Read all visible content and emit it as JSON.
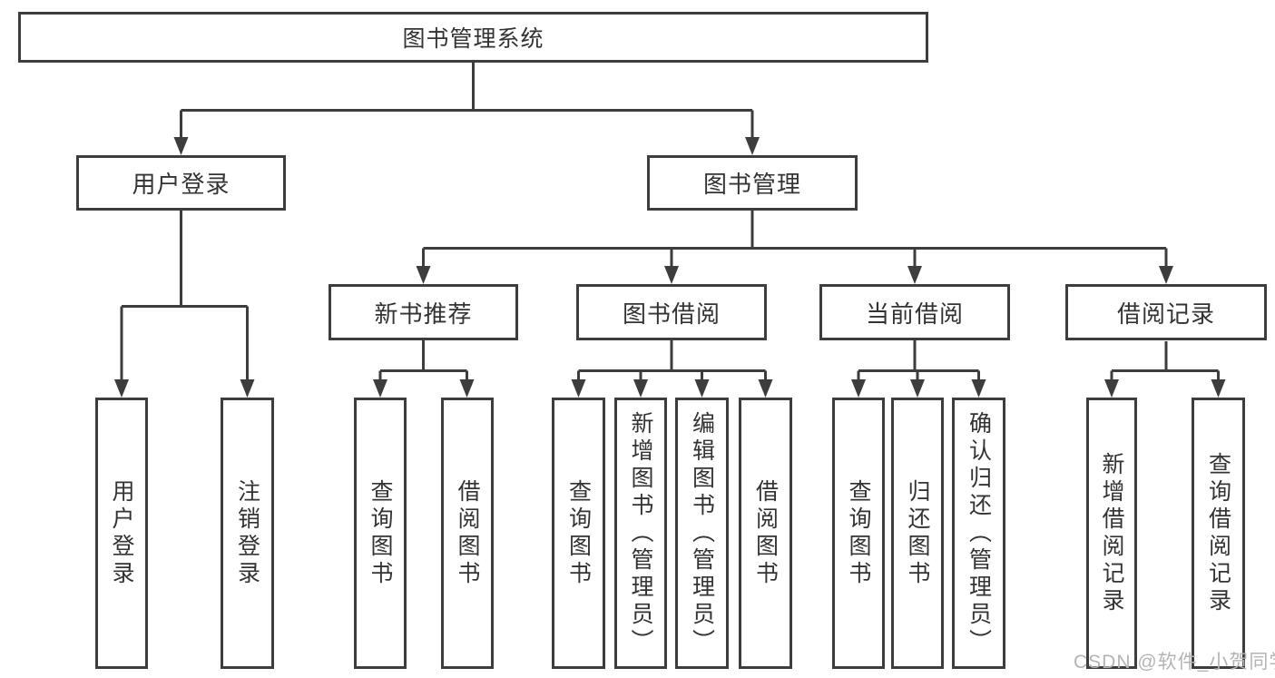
{
  "title": "图书管理系统",
  "watermark": "CSDN @软件_小贺同学",
  "colors": {
    "background": "#ffffff",
    "box_border": "#3d3d3d",
    "connector_line": "#3d3d3d",
    "text": "#333333",
    "watermark_text": "#b4b4b4"
  },
  "tree": {
    "label": "图书管理系统",
    "children": [
      {
        "label": "用户登录",
        "children": [
          {
            "label": "用户登录"
          },
          {
            "label": "注销登录"
          }
        ]
      },
      {
        "label": "图书管理",
        "children": [
          {
            "label": "新书推荐",
            "children": [
              {
                "label": "查询图书"
              },
              {
                "label": "借阅图书"
              }
            ]
          },
          {
            "label": "图书借阅",
            "children": [
              {
                "label": "查询图书"
              },
              {
                "label": "新增图书（管理员）"
              },
              {
                "label": "编辑图书（管理员）"
              },
              {
                "label": "借阅图书"
              }
            ]
          },
          {
            "label": "当前借阅",
            "children": [
              {
                "label": "查询图书"
              },
              {
                "label": "归还图书"
              },
              {
                "label": "确认归还（管理员）"
              }
            ]
          },
          {
            "label": "借阅记录",
            "children": [
              {
                "label": "新增借阅记录"
              },
              {
                "label": "查询借阅记录"
              }
            ]
          }
        ]
      }
    ]
  }
}
